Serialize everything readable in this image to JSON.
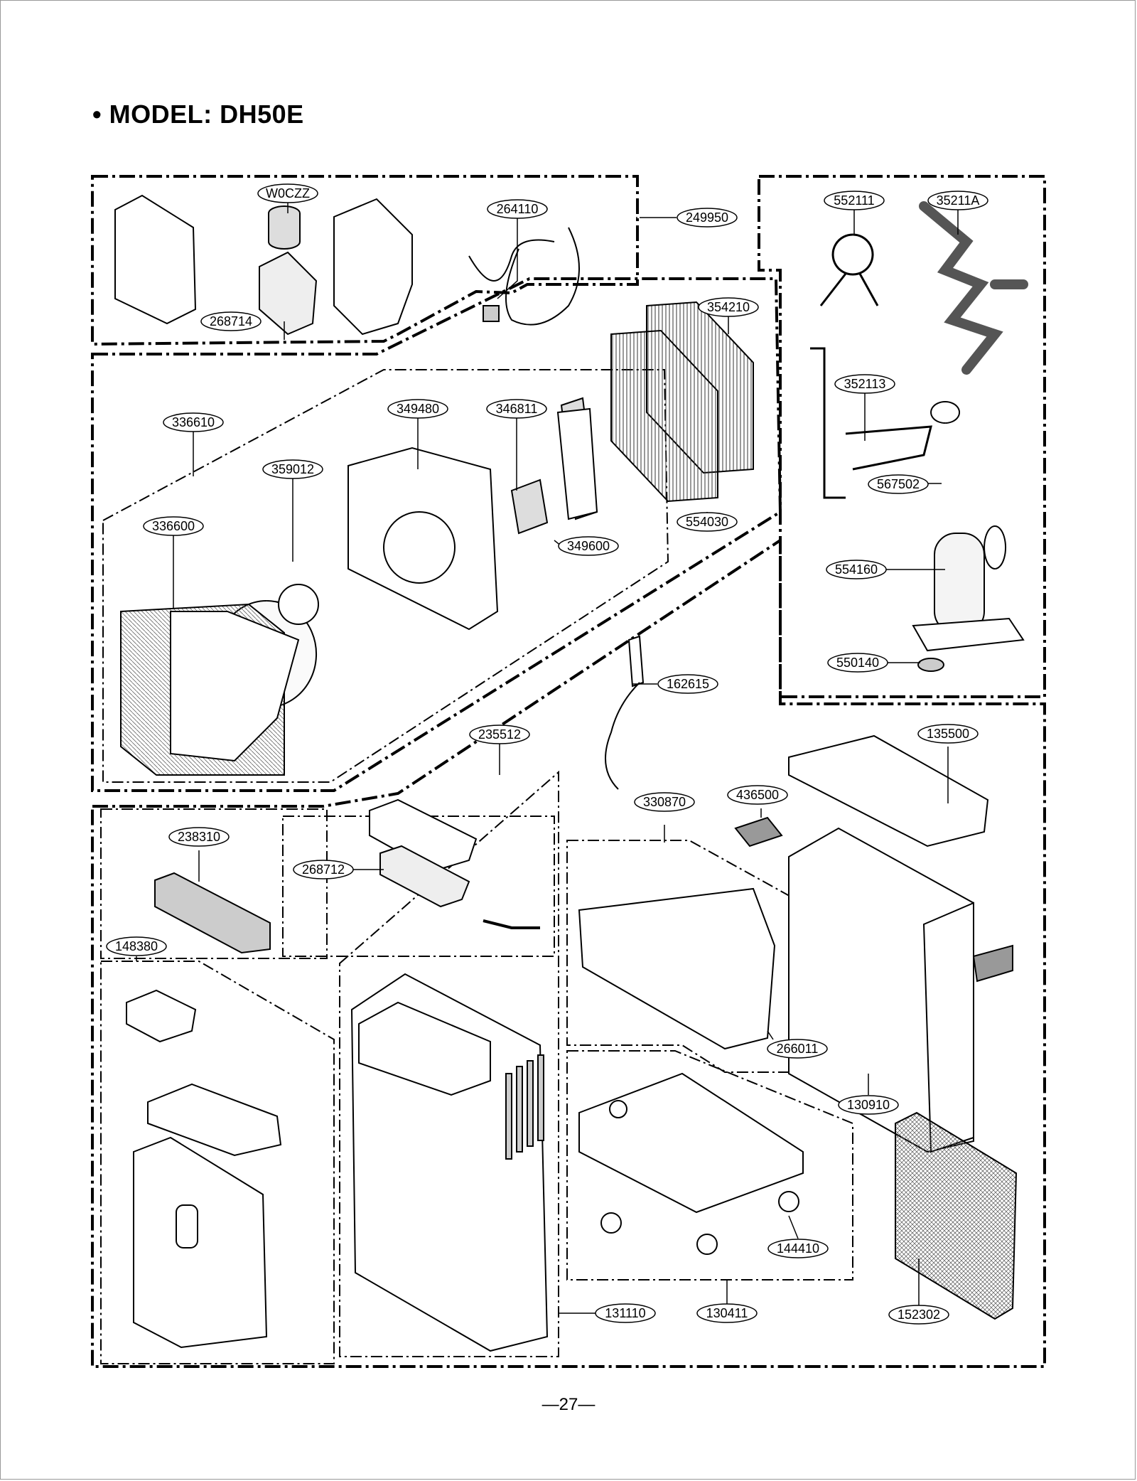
{
  "page": {
    "title": "• MODEL: DH50E",
    "page_number": "—27—"
  },
  "part_numbers": {
    "w0czz": "W0CZZ",
    "p264110": "264110",
    "p249950": "249950",
    "p268714": "268714",
    "p552111": "552111",
    "p35211A": "35211A",
    "p354210": "354210",
    "p352113": "352113",
    "p336610": "336610",
    "p349480": "349480",
    "p346811": "346811",
    "p359012": "359012",
    "p567502": "567502",
    "p336600": "336600",
    "p554030": "554030",
    "p349600": "349600",
    "p554160": "554160",
    "p550140": "550140",
    "p162615": "162615",
    "p235512": "235512",
    "p135500": "135500",
    "p436500": "436500",
    "p330870": "330870",
    "p238310": "238310",
    "p268712": "268712",
    "p148380": "148380",
    "p266011": "266011",
    "p130910": "130910",
    "p144410": "144410",
    "p131110": "131110",
    "p130411": "130411",
    "p152302": "152302"
  }
}
